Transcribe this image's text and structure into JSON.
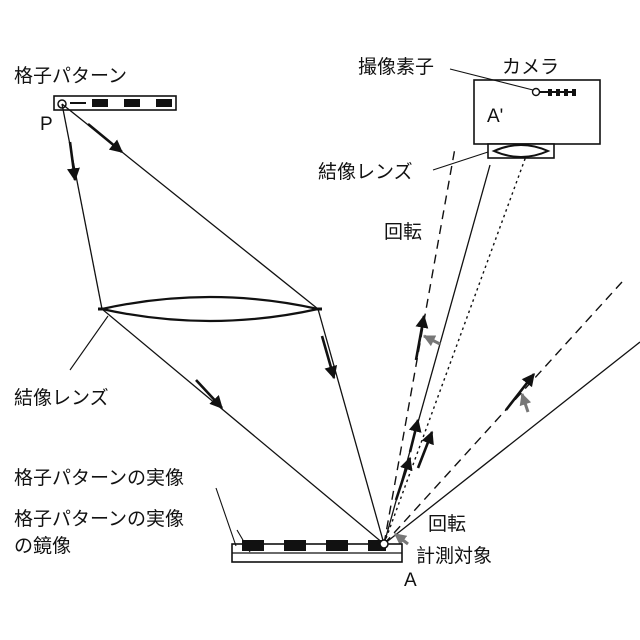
{
  "labels": {
    "grating_pattern": "格子パターン",
    "point_p": "P",
    "imaging_sensor": "撮像素子",
    "camera": "カメラ",
    "point_a_prime": "A'",
    "imaging_lens_camera": "結像レンズ",
    "rotation_top": "回転",
    "imaging_lens_left": "結像レンズ",
    "real_image": "格子パターンの実像",
    "mirror_image_line1": "格子パターンの実像",
    "mirror_image_line2": "の鏡像",
    "rotation_bottom": "回転",
    "measurement_target": "計測対象",
    "point_a": "A"
  },
  "colors": {
    "ink": "#111111",
    "rotation_arrow": "#777777"
  }
}
